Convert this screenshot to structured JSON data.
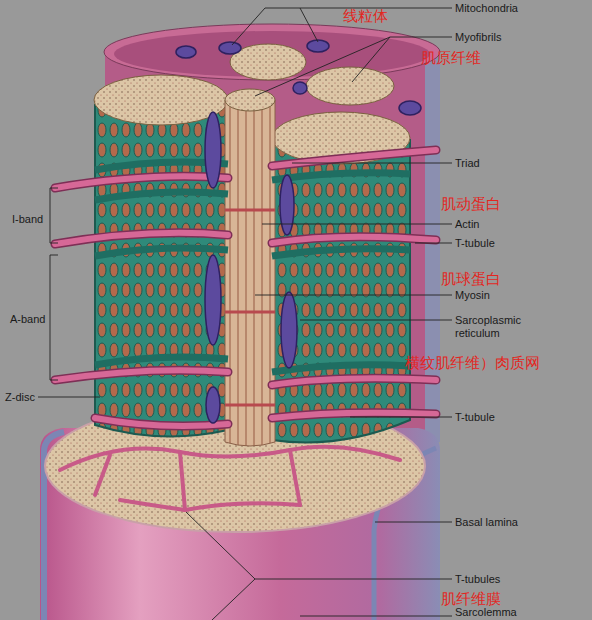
{
  "diagram": {
    "labels": [
      "线粒体",
      "Mitochondria",
      "Myofibrils",
      "肌原纤维",
      "Triad",
      "肌动蛋白",
      "Actin",
      "T-tubule",
      "肌球蛋白",
      "Myosin",
      "Sarcoplasmic reticulum",
      "横纹肌纤维）肉质网",
      "T-tubule",
      "Basal lamina",
      "T-tubules",
      "肌纤维膜",
      "Sarcolemma",
      "I-band",
      "A-band",
      "Z-disc"
    ]
  }
}
